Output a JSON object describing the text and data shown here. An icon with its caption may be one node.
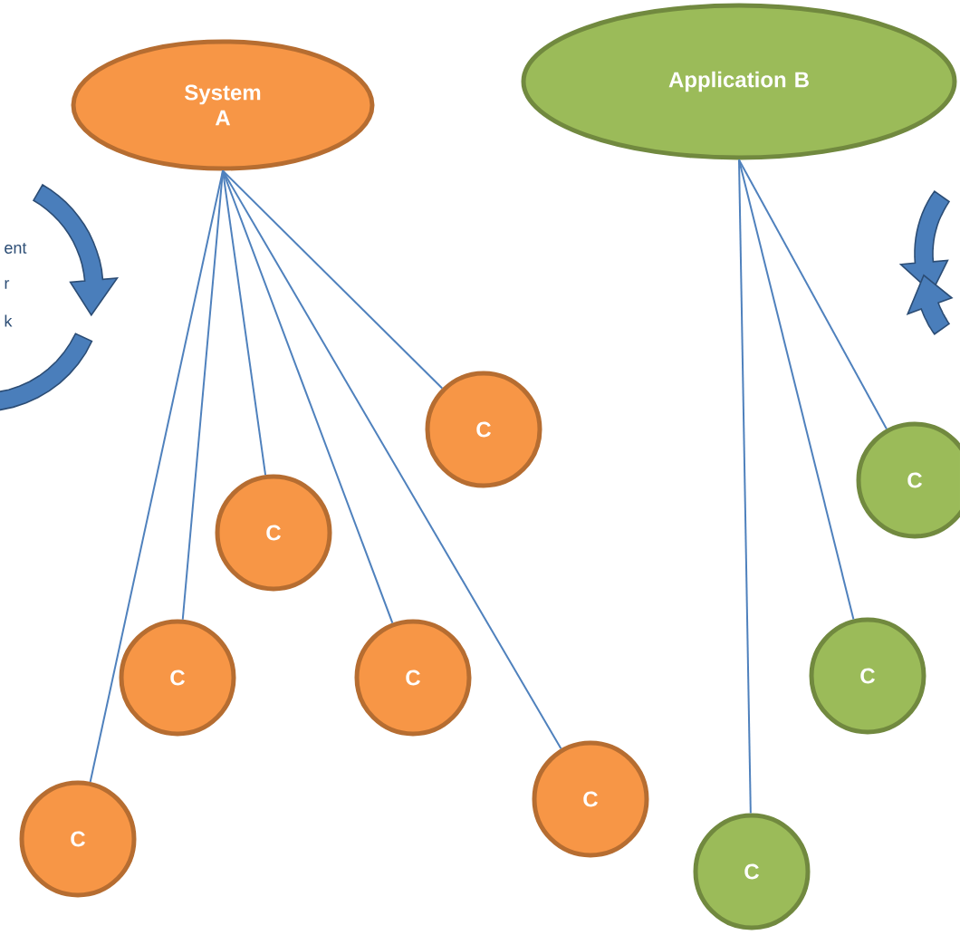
{
  "diagram": {
    "nodes": [
      {
        "text": [
          "System A"
        ]
      },
      {
        "text": [
          "Application B"
        ]
      },
      {
        "text": [
          "C"
        ]
      },
      {
        "text": [
          "C"
        ]
      },
      {
        "text": [
          "C"
        ]
      },
      {
        "text": [
          "C"
        ]
      },
      {
        "text": [
          "C"
        ]
      },
      {
        "text": [
          "C"
        ]
      },
      {
        "text": [
          "C"
        ]
      },
      {
        "text": [
          "C"
        ]
      },
      {
        "text": [
          "C"
        ]
      }
    ],
    "edges": [
      {
        "from": 0,
        "to": 2,
        "arrow": "none"
      },
      {
        "from": 0,
        "to": 3,
        "arrow": "none"
      },
      {
        "from": 0,
        "to": 4,
        "arrow": "none"
      },
      {
        "from": 0,
        "to": 5,
        "arrow": "none"
      },
      {
        "from": 0,
        "to": 6,
        "arrow": "none"
      },
      {
        "from": 0,
        "to": 7,
        "arrow": "none"
      },
      {
        "from": 1,
        "to": 8,
        "arrow": "none"
      },
      {
        "from": 1,
        "to": 9,
        "arrow": "none"
      },
      {
        "from": 1,
        "to": 10,
        "arrow": "none"
      }
    ],
    "labels": [
      "ent",
      "r",
      "k"
    ]
  }
}
